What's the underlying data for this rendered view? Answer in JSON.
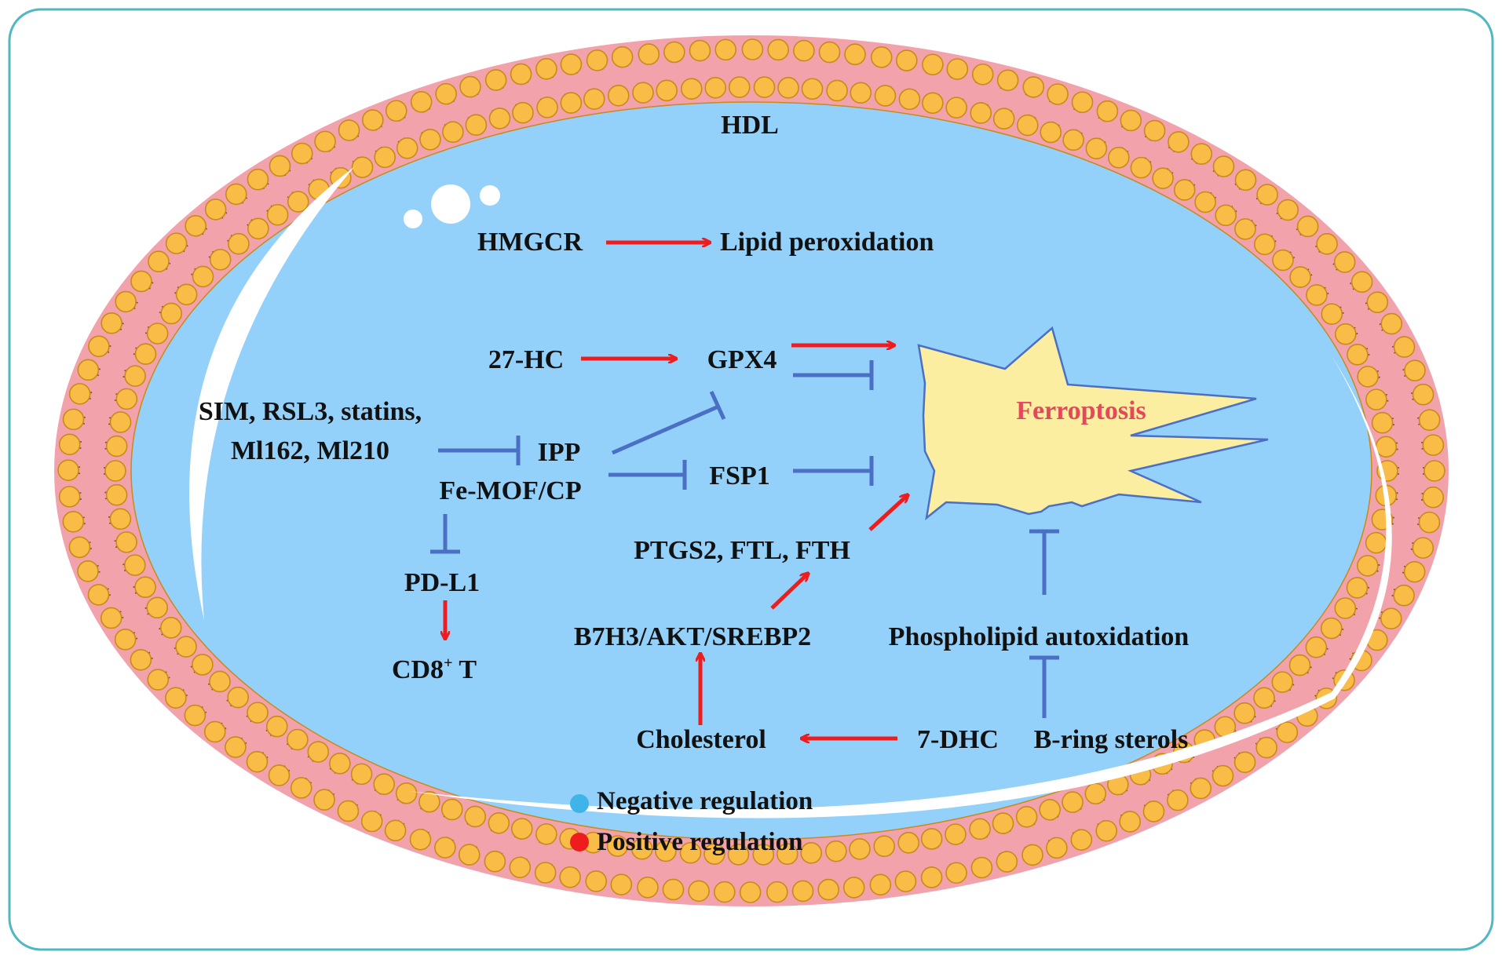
{
  "colors": {
    "frame_border": "#4fb8c2",
    "membrane_pink": "#f2a2ab",
    "lipid_head": "#f9bc47",
    "lipid_head_stroke": "#c98a18",
    "cytoplasm": "#93d1fa",
    "positive_arrow": "#ee1c1c",
    "negative_arrow": "#4a6fc4",
    "burst_fill": "#fbeea0",
    "burst_stroke": "#4a6fc4",
    "ferroptosis_text": "#e2495a",
    "legend_negative": "#3fb4e8",
    "legend_positive": "#ee1c1c"
  },
  "labels": {
    "hdl": "HDL",
    "hmgcr": "HMGCR",
    "lipid_peroxidation": "Lipid peroxidation",
    "hc27": "27-HC",
    "gpx4": "GPX4",
    "ferroptosis": "Ferroptosis",
    "sim_line1": "SIM, RSL3, statins,",
    "sim_line2": "Ml162, Ml210",
    "ipp": "IPP",
    "fe_mof": "Fe-MOF/CP",
    "fsp1": "FSP1",
    "pdl1": "PD-L1",
    "cd8": "CD8",
    "cd8_sup": "+",
    "cd8_t": " T",
    "ptgs2": "PTGS2, FTL, FTH",
    "b7h3": "B7H3/AKT/SREBP2",
    "phospholipid": "Phospholipid autoxidation",
    "cholesterol": "Cholesterol",
    "dhc7": "7-DHC",
    "bring": "B-ring sterols"
  },
  "legend": {
    "negative": "Negative regulation",
    "positive": "Positive regulation"
  }
}
